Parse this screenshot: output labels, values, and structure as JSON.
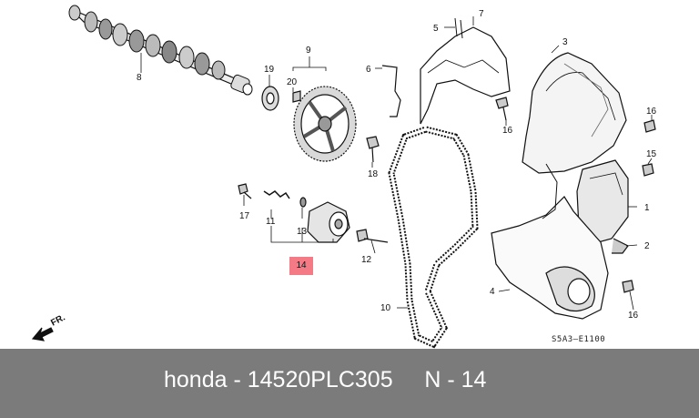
{
  "diagram": {
    "callouts": {
      "c1": "1",
      "c2": "2",
      "c3": "3",
      "c4": "4",
      "c5": "5",
      "c6": "6",
      "c7": "7",
      "c8": "8",
      "c9": "9",
      "c10": "10",
      "c11": "11",
      "c12": "12",
      "c13": "13",
      "c14": "14",
      "c15": "15",
      "c16a": "16",
      "c16b": "16",
      "c16c": "16",
      "c17": "17",
      "c18": "18",
      "c19": "19",
      "c20": "20"
    },
    "front_arrow": "FR.",
    "diagram_code": "S5A3—E1100",
    "highlight_color": "#f47a85"
  },
  "footer": {
    "caption": "honda - 14520PLC305     N - 14"
  }
}
